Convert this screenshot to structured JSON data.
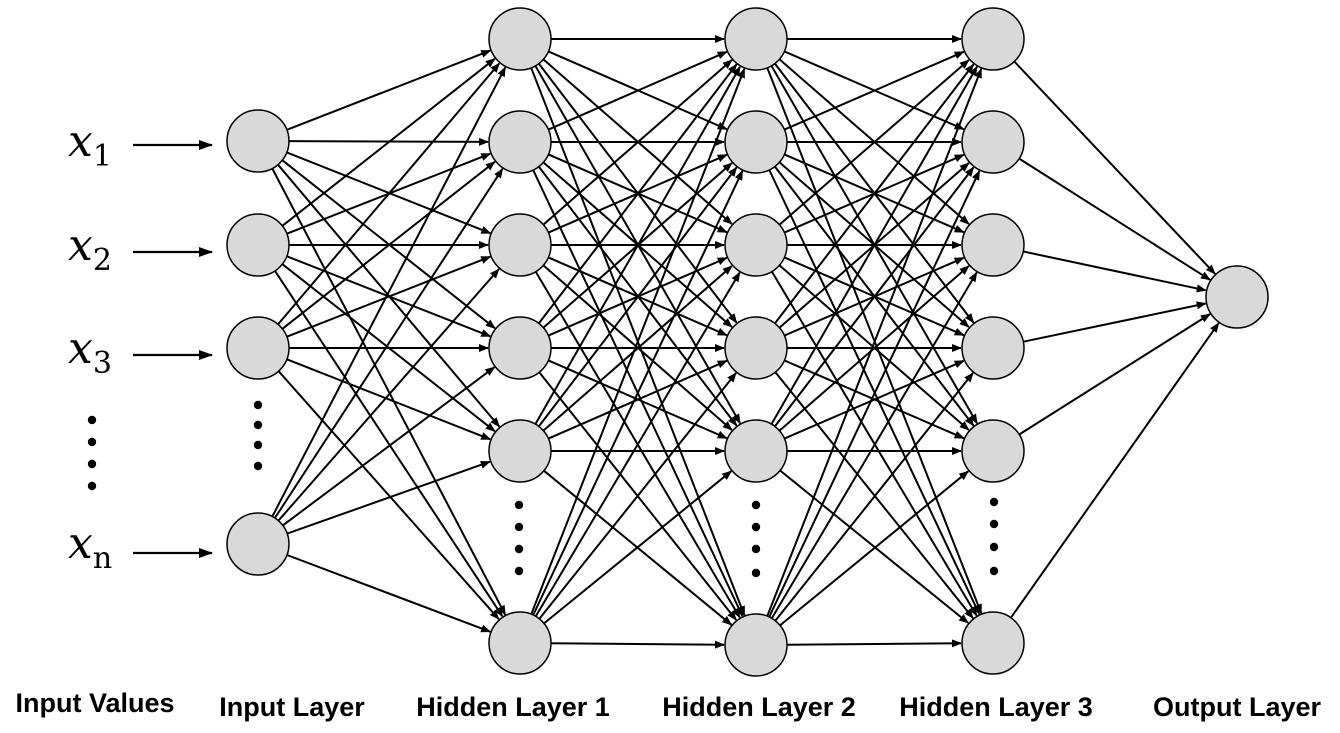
{
  "labels": {
    "input_values": "Input Values",
    "input_layer": "Input Layer",
    "hidden_layer_1": "Hidden Layer 1",
    "hidden_layer_2": "Hidden Layer 2",
    "hidden_layer_3": "Hidden Layer 3",
    "output_layer": "Output Layer"
  },
  "inputs": [
    {
      "symbol": "x",
      "subscript": "1"
    },
    {
      "symbol": "x",
      "subscript": "2"
    },
    {
      "symbol": "x",
      "subscript": "3"
    },
    {
      "symbol": "x",
      "subscript": "n"
    }
  ],
  "colors": {
    "node_fill": "#d9d9d9",
    "stroke": "#000000",
    "background": "#ffffff"
  }
}
